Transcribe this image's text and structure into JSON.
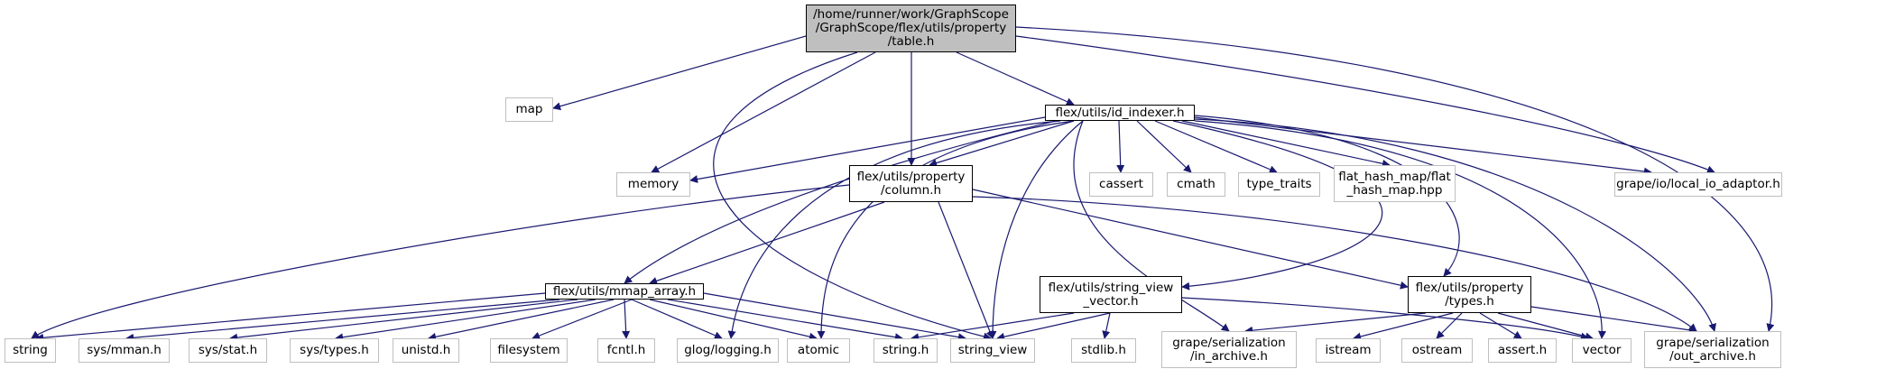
{
  "colors": {
    "edge": "#191970",
    "root_fill": "#bfbfbf",
    "external_border": "#bfbfbf",
    "internal_border": "#000000"
  },
  "nodes": {
    "table_h": "/home/runner/work/GraphScope\n/GraphScope/flex/utils/property\n/table.h",
    "map": "map",
    "memory": "memory",
    "id_indexer_h": "flex/utils/id_indexer.h",
    "column_h": "flex/utils/property\n/column.h",
    "cassert": "cassert",
    "cmath": "cmath",
    "type_traits": "type_traits",
    "flat_hash_map": "flat_hash_map/flat\n_hash_map.hpp",
    "local_io_adaptor": "grape/io/local_io_adaptor.h",
    "mmap_array_h": "flex/utils/mmap_array.h",
    "string_view_vector_h": "flex/utils/string_view\n_vector.h",
    "types_h": "flex/utils/property\n/types.h",
    "string": "string",
    "sys_mman": "sys/mman.h",
    "sys_stat": "sys/stat.h",
    "sys_types": "sys/types.h",
    "unistd": "unistd.h",
    "filesystem": "filesystem",
    "fcntl": "fcntl.h",
    "glog": "glog/logging.h",
    "atomic": "atomic",
    "string_h": "string.h",
    "string_view": "string_view",
    "stdlib": "stdlib.h",
    "in_archive": "grape/serialization\n/in_archive.h",
    "istream": "istream",
    "ostream": "ostream",
    "assert": "assert.h",
    "vector": "vector",
    "out_archive": "grape/serialization\n/out_archive.h"
  }
}
